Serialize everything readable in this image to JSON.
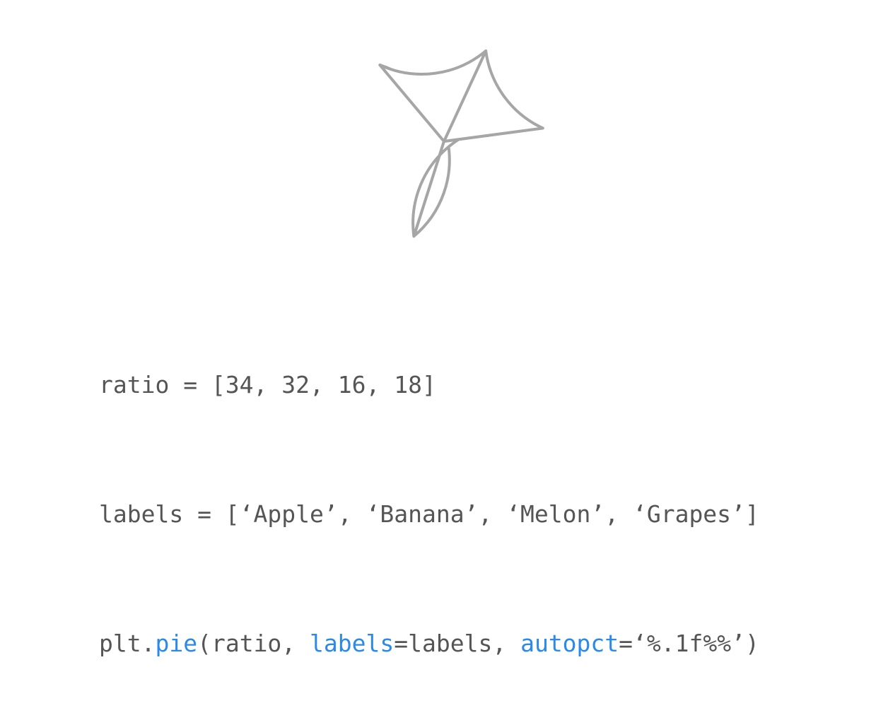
{
  "chart_data": {
    "type": "pie",
    "values": [
      34,
      32,
      16,
      18
    ],
    "categories": [],
    "title": "",
    "slice_labels_shown": false,
    "style": "outline-only",
    "stroke_color": "#a6a6a6",
    "fill_color": "#ffffff"
  },
  "code": {
    "line1": {
      "text": "ratio = [34, 32, 16, 18]"
    },
    "line2": {
      "text": "labels = [‘Apple’, ‘Banana’, ‘Melon’, ‘Grapes’]"
    },
    "line3": {
      "obj": "plt.",
      "func": "pie",
      "open_args": "(ratio, ",
      "kw1": "labels",
      "kw1_value": "=labels, ",
      "kw2": "autopct",
      "kw2_value": "=‘%.1f%%’)"
    }
  },
  "colors": {
    "code_text": "#555555",
    "code_highlight": "#2b8ae8",
    "background": "#ffffff"
  }
}
